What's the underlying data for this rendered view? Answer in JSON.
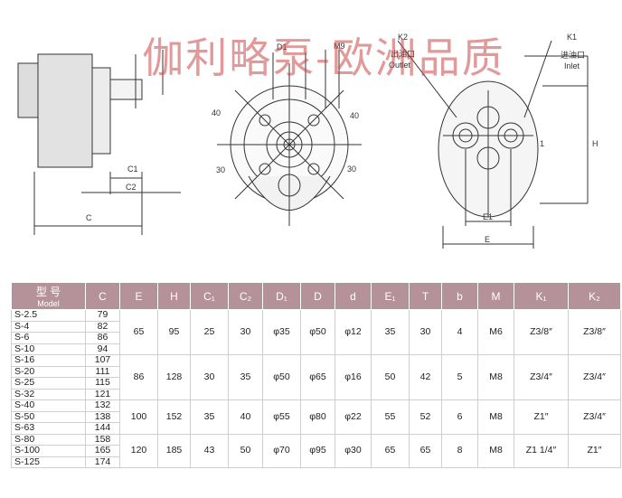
{
  "drawing": {
    "labels": {
      "D1": "D1",
      "M9": "M9",
      "K2": "K2",
      "K2_cn": "出油口",
      "K2_en": "Outlet",
      "K1": "K1",
      "K1_cn": "进油口",
      "K1_en": "Inlet",
      "angle_40_l": "40",
      "angle_40_r": "40",
      "angle_30_l": "30",
      "angle_30_r": "30",
      "C1": "C1",
      "C2": "C2",
      "C": "C",
      "H": "H",
      "one": "1",
      "E1": "E1",
      "E": "E"
    },
    "watermark": "伽利略泵-欧洲品质"
  },
  "table": {
    "headers": [
      {
        "main": "型 号",
        "sub": "Model"
      },
      {
        "main": "C"
      },
      {
        "main": "E"
      },
      {
        "main": "H"
      },
      {
        "main": "C₁"
      },
      {
        "main": "C₂"
      },
      {
        "main": "D₁"
      },
      {
        "main": "D"
      },
      {
        "main": "d"
      },
      {
        "main": "E₁"
      },
      {
        "main": "T"
      },
      {
        "main": "b"
      },
      {
        "main": "M"
      },
      {
        "main": "K₁"
      },
      {
        "main": "K₂"
      }
    ],
    "groups": [
      {
        "models": [
          [
            "S-2.5",
            "79"
          ],
          [
            "S-4",
            "82"
          ],
          [
            "S-6",
            "86"
          ],
          [
            "S-10",
            "94"
          ]
        ],
        "E": "65",
        "H": "95",
        "C1": "25",
        "C2": "30",
        "D1": "φ35",
        "D": "φ50",
        "d": "φ12",
        "E1": "35",
        "T": "30",
        "b": "4",
        "M": "M6",
        "K1": "Z3/8″",
        "K2": "Z3/8″"
      },
      {
        "models": [
          [
            "S-16",
            "107"
          ],
          [
            "S-20",
            "111"
          ],
          [
            "S-25",
            "115"
          ],
          [
            "S-32",
            "121"
          ]
        ],
        "E": "86",
        "H": "128",
        "C1": "30",
        "C2": "35",
        "D1": "φ50",
        "D": "φ65",
        "d": "φ16",
        "E1": "50",
        "T": "42",
        "b": "5",
        "M": "M8",
        "K1": "Z3/4″",
        "K2": "Z3/4″"
      },
      {
        "models": [
          [
            "S-40",
            "132"
          ],
          [
            "S-50",
            "138"
          ],
          [
            "S-63",
            "144"
          ]
        ],
        "E": "100",
        "H": "152",
        "C1": "35",
        "C2": "40",
        "D1": "φ55",
        "D": "φ80",
        "d": "φ22",
        "E1": "55",
        "T": "52",
        "b": "6",
        "M": "M8",
        "K1": "Z1″",
        "K2": "Z3/4″"
      },
      {
        "models": [
          [
            "S-80",
            "158"
          ],
          [
            "S-100",
            "165"
          ],
          [
            "S-125",
            "174"
          ]
        ],
        "E": "120",
        "H": "185",
        "C1": "43",
        "C2": "50",
        "D1": "φ70",
        "D": "φ95",
        "d": "φ30",
        "E1": "65",
        "T": "65",
        "b": "8",
        "M": "M8",
        "K1": "Z1 1/4″",
        "K2": "Z1″"
      }
    ]
  }
}
